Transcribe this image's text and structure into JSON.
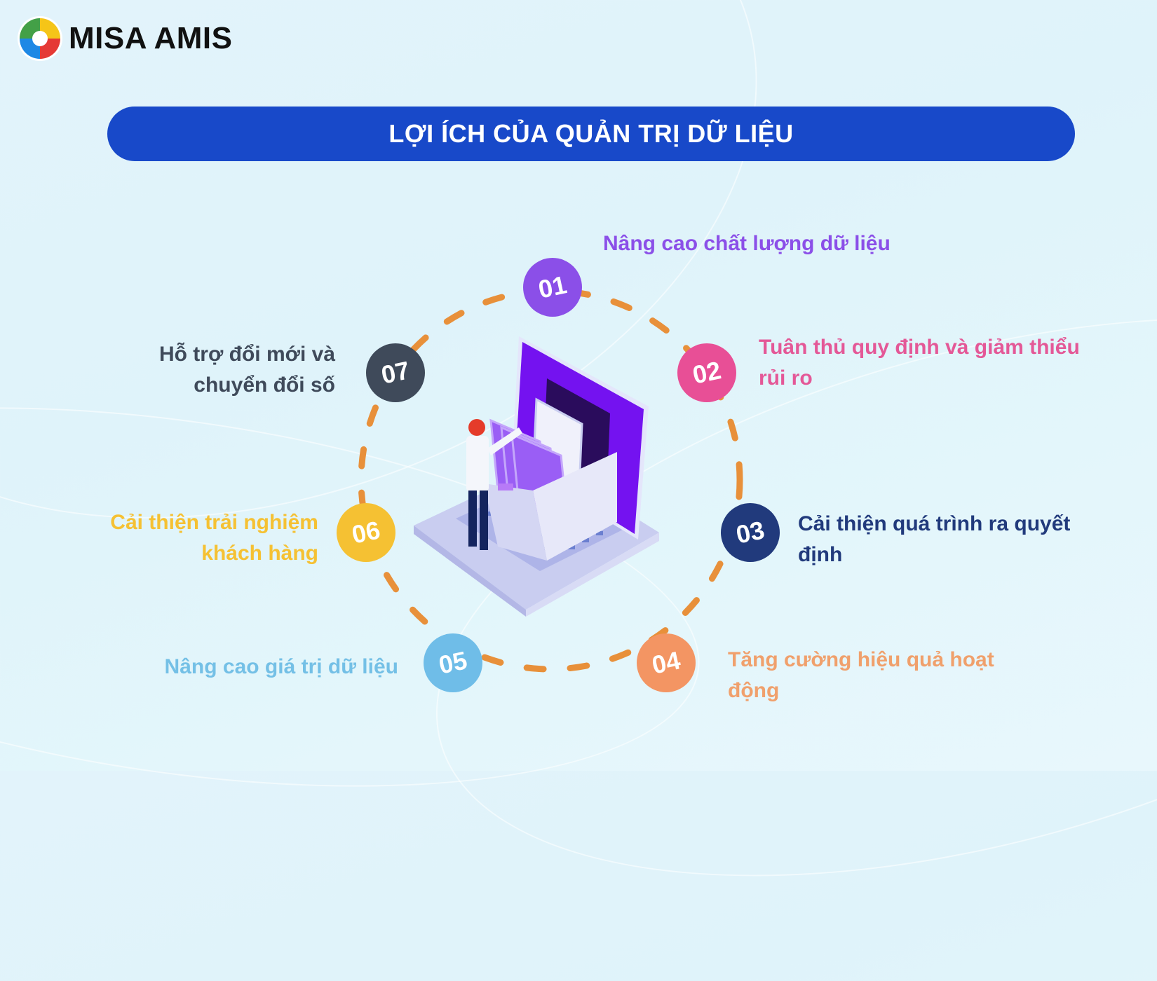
{
  "brand": {
    "name": "MISA AMIS",
    "logo_icon": "misa-amis-swirl-logo"
  },
  "banner": {
    "title": "LỢI ÍCH CỦA QUẢN TRỊ DỮ LIỆU",
    "color": "#1849c9"
  },
  "ring": {
    "dash_color": "#e8903a"
  },
  "illustration": {
    "description": "person-filing-folders-in-laptop"
  },
  "benefits": [
    {
      "number": "01",
      "label": "Nâng cao chất lượng dữ liệu",
      "color": "#8b4fe8"
    },
    {
      "number": "02",
      "label_line1": "Tuân thủ quy định và giảm thiểu",
      "label_line2": "rủi ro",
      "color": "#e84f96"
    },
    {
      "number": "03",
      "label_line1": "Cải thiện quá trình ra quyết",
      "label_line2": "định",
      "color": "#213a7c"
    },
    {
      "number": "04",
      "label_line1": "Tăng cường hiệu quả hoạt",
      "label_line2": "động",
      "color": "#f39563"
    },
    {
      "number": "05",
      "label": "Nâng cao giá trị dữ liệu",
      "color": "#6fbde8"
    },
    {
      "number": "06",
      "label_line1": "Cải thiện trải nghiệm",
      "label_line2": "khách hàng",
      "color": "#f5c133"
    },
    {
      "number": "07",
      "label_line1": "Hỗ trợ đổi mới và",
      "label_line2": "chuyển đổi số",
      "color": "#3f4a5a"
    }
  ]
}
